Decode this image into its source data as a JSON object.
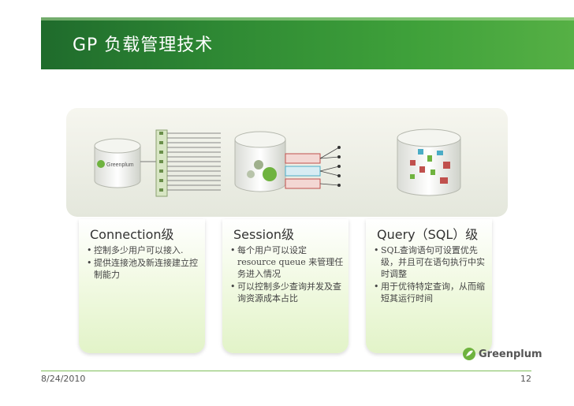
{
  "slide": {
    "title": "GP 负载管理技术",
    "date": "8/24/2010",
    "page_number": "12",
    "brand": "Greenplum",
    "colors": {
      "header_green": "#2f8a34",
      "accent_green": "#7fbf5a",
      "queue_red": "#c0504d",
      "queue_teal": "#4bacc6"
    }
  },
  "diagram": {
    "db_label": "Greenplum"
  },
  "columns": [
    {
      "heading": "Connection级",
      "bullets": [
        "控制多少用户可以接入.",
        "提供连接池及新连接建立控制能力"
      ]
    },
    {
      "heading": "Session级",
      "bullets": [
        "每个用户可以设定 resource queue 来管理任务进入情况",
        "可以控制多少查询并发及查询资源成本占比"
      ]
    },
    {
      "heading": "Query（SQL）级",
      "bullets": [
        "SQL查询语句可设置优先级，并且可在语句执行中实时调整",
        "用于优待特定查询，从而缩短其运行时间"
      ]
    }
  ]
}
